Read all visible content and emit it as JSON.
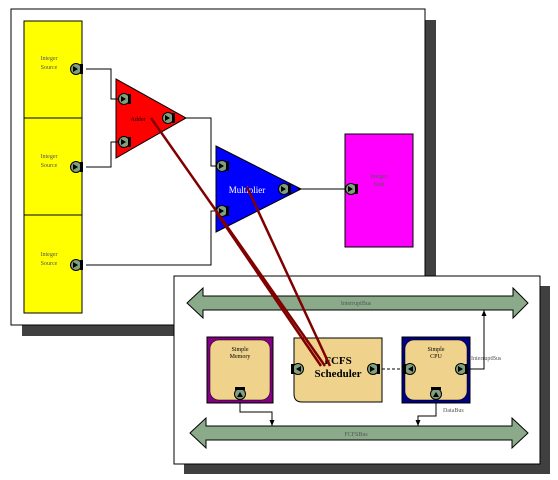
{
  "colors": {
    "source_fill": "#ffff00",
    "adder_fill": "#ff0000",
    "multiplier_fill": "#0000ff",
    "sink_fill": "#ff00ff",
    "bus_fill": "#8aaa8a",
    "node_fill": "#efd28c",
    "node_border_memory": "#800080",
    "node_border_cpu": "#000080",
    "link_color": "#800000",
    "shadow": "#404040"
  },
  "icons": {
    "port": "port-connector-icon",
    "bus_arrow": "double-arrow-bus-icon"
  },
  "dataflow": {
    "sources": [
      {
        "line1": "Integer",
        "line2": "Source"
      },
      {
        "line1": "Integer",
        "line2": "Source"
      },
      {
        "line1": "Integer",
        "line2": "Source"
      }
    ],
    "adder_label": "Adder",
    "multiplier_label": "Multiplier",
    "sink": {
      "line1": "Integer",
      "line2": "Sink"
    }
  },
  "architecture": {
    "interrupt_bus_label": "InterruptBus",
    "fcfs_bus_label": "FCFSBus",
    "memory": {
      "line1": "Simple",
      "line2": "Memory"
    },
    "scheduler": {
      "line1": "FCFS",
      "line2": "Scheduler"
    },
    "cpu": {
      "line1": "Simple",
      "line2": "CPU"
    },
    "interrupt_bus_port_label": "InterruptBus",
    "data_bus_port_label": "DataBus"
  }
}
